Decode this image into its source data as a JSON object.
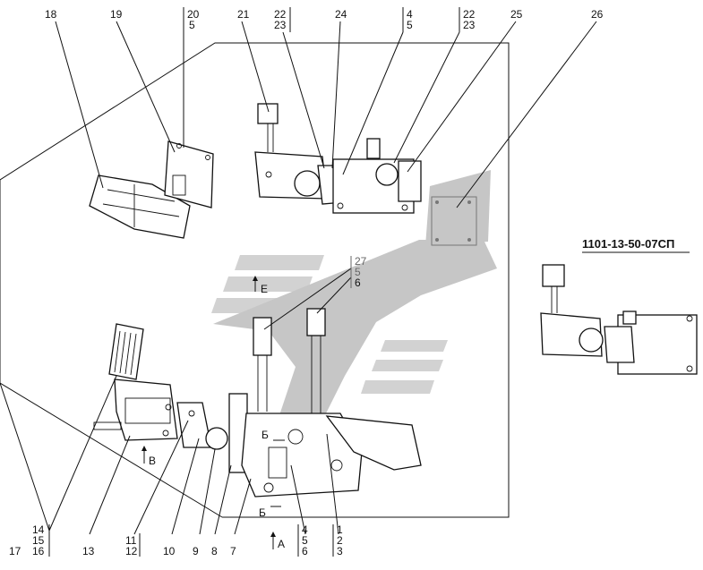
{
  "document_code": "1101-13-50-07СП",
  "callouts_top": [
    {
      "id": "c18",
      "text": "18"
    },
    {
      "id": "c19",
      "text": "19"
    },
    {
      "id": "c20",
      "text": "20",
      "sub": "5",
      "ruled": true
    },
    {
      "id": "c21",
      "text": "21"
    },
    {
      "id": "c22a",
      "text": "22",
      "sub": "23",
      "ruled": true
    },
    {
      "id": "c24",
      "text": "24"
    },
    {
      "id": "c4a",
      "text": "4",
      "sub": "5",
      "ruled": true
    },
    {
      "id": "c22b",
      "text": "22",
      "sub": "23",
      "ruled": true
    },
    {
      "id": "c25",
      "text": "25"
    },
    {
      "id": "c26",
      "text": "26"
    }
  ],
  "callout_mid": {
    "lines": [
      "27",
      "5",
      "6"
    ]
  },
  "callouts_bottom": [
    {
      "id": "b17",
      "lines": [
        "14",
        "15",
        "16"
      ],
      "extra": "17"
    },
    {
      "id": "b13",
      "lines": [
        "13"
      ]
    },
    {
      "id": "b11",
      "lines": [
        "11",
        "12"
      ]
    },
    {
      "id": "b10",
      "lines": [
        "10"
      ]
    },
    {
      "id": "b9",
      "lines": [
        "9"
      ]
    },
    {
      "id": "b8",
      "lines": [
        "8"
      ]
    },
    {
      "id": "b7",
      "lines": [
        "7"
      ]
    },
    {
      "id": "b4",
      "lines": [
        "4",
        "5",
        "6"
      ]
    },
    {
      "id": "b1",
      "lines": [
        "1",
        "2",
        "3"
      ]
    }
  ],
  "view_markers": {
    "a": "А",
    "b": "Б",
    "v": "В",
    "e": "Е"
  }
}
